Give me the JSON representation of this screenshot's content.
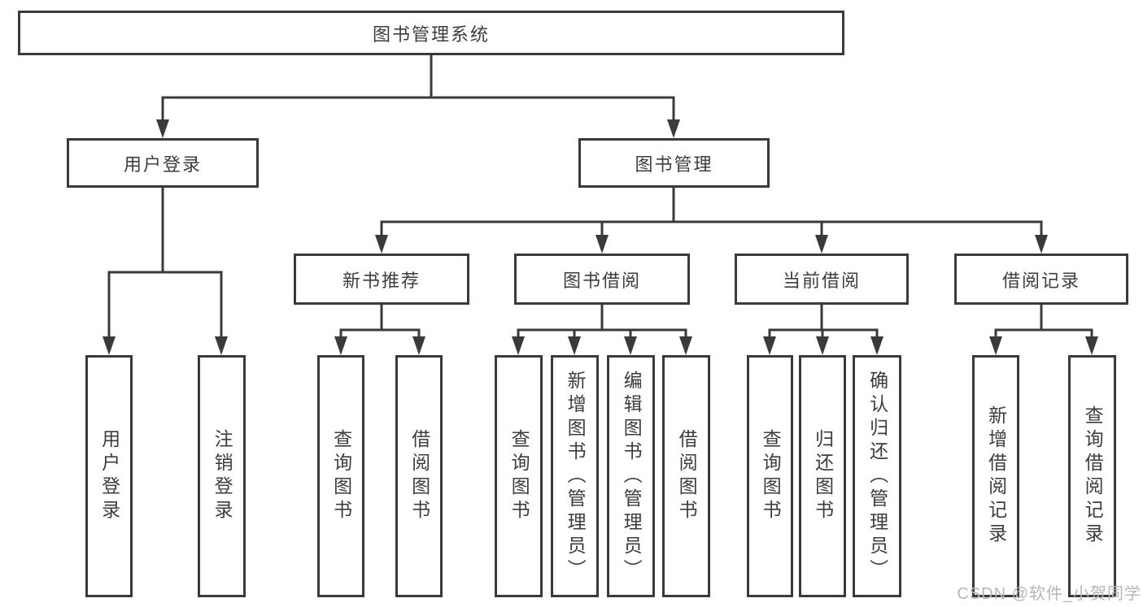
{
  "tree": {
    "label": "图书管理系统",
    "children": [
      {
        "label": "用户登录",
        "children": [
          {
            "label": "用户登录"
          },
          {
            "label": "注销登录"
          }
        ]
      },
      {
        "label": "图书管理",
        "children": [
          {
            "label": "新书推荐",
            "children": [
              {
                "label": "查询图书"
              },
              {
                "label": "借阅图书"
              }
            ]
          },
          {
            "label": "图书借阅",
            "children": [
              {
                "label": "查询图书"
              },
              {
                "label": "新增图书（管理员）"
              },
              {
                "label": "编辑图书（管理员）"
              },
              {
                "label": "借阅图书"
              }
            ]
          },
          {
            "label": "当前借阅",
            "children": [
              {
                "label": "查询图书"
              },
              {
                "label": "归还图书"
              },
              {
                "label": "确认归还（管理员）"
              }
            ]
          },
          {
            "label": "借阅记录",
            "children": [
              {
                "label": "新增借阅记录"
              },
              {
                "label": "查询借阅记录"
              }
            ]
          }
        ]
      }
    ]
  },
  "watermark": {
    "text": "CSDN @软件_小贺同学"
  },
  "colors": {
    "line": "#3a3a3a",
    "text": "#3d3d3d",
    "watermark": "#b5b5bc",
    "background": "#ffffff"
  }
}
